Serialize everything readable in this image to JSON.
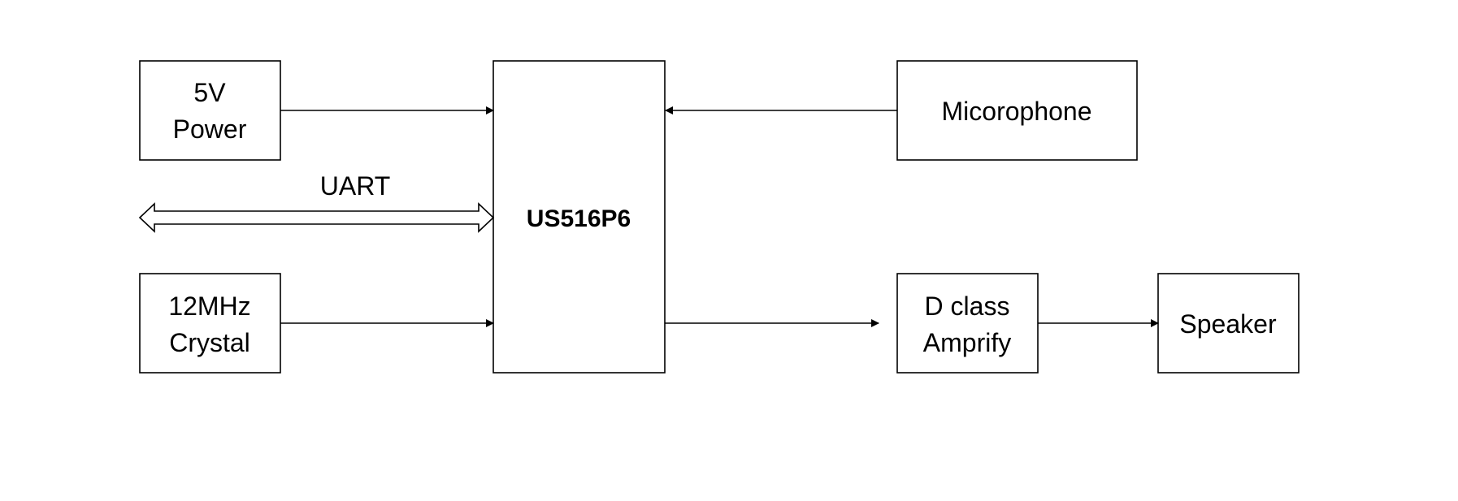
{
  "blocks": {
    "power": {
      "line1": "5V",
      "line2": "Power"
    },
    "crystal": {
      "line1": "12MHz",
      "line2": "Crystal"
    },
    "mcu": {
      "label": "US516P6"
    },
    "microphone": {
      "label": "Micorophone"
    },
    "amplifier": {
      "line1": "D class",
      "line2": "Amprify"
    },
    "speaker": {
      "label": "Speaker"
    }
  },
  "connections": {
    "uart": {
      "label": "UART"
    }
  },
  "colors": {
    "stroke": "#000000",
    "background": "#ffffff"
  }
}
